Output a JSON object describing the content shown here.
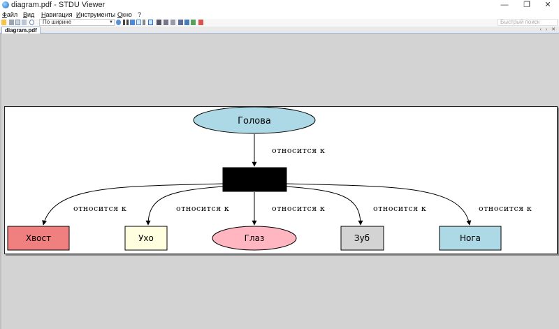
{
  "window": {
    "title": "diagram.pdf - STDU Viewer",
    "minimize_glyph": "—",
    "maximize_glyph": "❐",
    "close_glyph": "✕"
  },
  "menu": [
    "Файл",
    "Вид",
    "Навигация",
    "Инструменты",
    "Окно",
    "?"
  ],
  "toolbar": {
    "zoom_value": "По ширине",
    "quick_search_placeholder": "Быстрый поиск"
  },
  "tabs": [
    {
      "label": "diagram.pdf"
    }
  ],
  "tab_controls": "‹ › ✕",
  "diagram": {
    "root": {
      "label": "Голова",
      "shape": "ellipse",
      "fill": "#add8e6"
    },
    "hub": {
      "label": "",
      "shape": "box",
      "fill": "#000000"
    },
    "root_edge_label": "относится к",
    "children": [
      {
        "label": "Хвост",
        "shape": "box",
        "fill": "#f08080",
        "edge_label": "относится к"
      },
      {
        "label": "Ухо",
        "shape": "box",
        "fill": "#ffffe0",
        "edge_label": "относится к"
      },
      {
        "label": "Глаз",
        "shape": "ellipse",
        "fill": "#ffb6c1",
        "edge_label": "относится к"
      },
      {
        "label": "Зуб",
        "shape": "box",
        "fill": "#d3d3d3",
        "edge_label": "относится к"
      },
      {
        "label": "Нога",
        "shape": "box",
        "fill": "#add8e6",
        "edge_label": "относится к"
      }
    ]
  }
}
